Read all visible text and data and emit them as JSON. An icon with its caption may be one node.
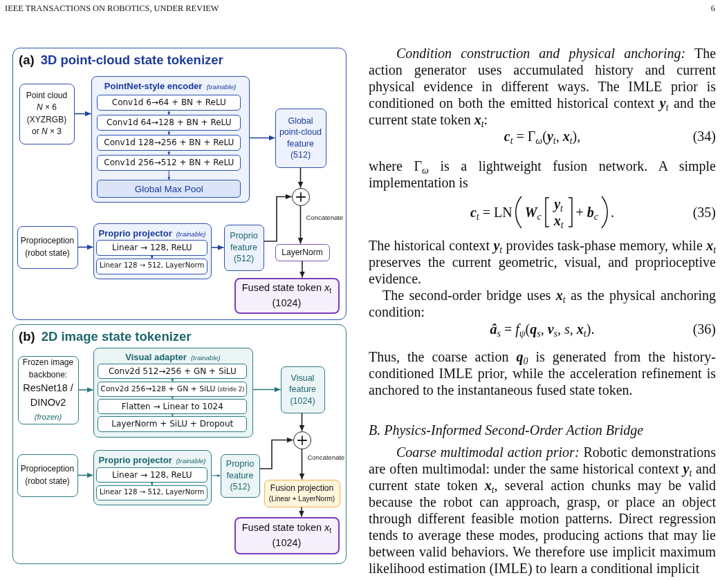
{
  "diagram": {
    "nodes": [
      {
        "text": [
          "(a)",
          "3D point-cloud state tokenizer"
        ]
      },
      {
        "text": [
          "Point cloud *N* × 6 (XYZRGB) or *N* × 3"
        ],
        "in": 0
      },
      {
        "text": [
          "PointNet-style encoder",
          "(trainable)"
        ],
        "in": 0
      },
      {
        "text": [
          "Conv1d 6→64 + BN + ReLU"
        ],
        "in": 2
      },
      {
        "text": [
          "Conv1d 64→128 + BN + ReLU"
        ],
        "in": 2
      },
      {
        "text": [
          "Conv1d 128→256 + BN + ReLU"
        ],
        "in": 2
      },
      {
        "text": [
          "Conv1d 256→512 + BN + ReLU"
        ],
        "in": 2
      },
      {
        "text": [
          "Global Max Pool"
        ],
        "in": 2
      },
      {
        "text": [
          "Global point-cloud feature (512)"
        ],
        "in": 0
      },
      {
        "text": [],
        "shape": "circle",
        "in": 0
      },
      {
        "text": [
          "Proprioception (robot state)"
        ],
        "in": 0
      },
      {
        "text": [
          "Proprio projector",
          "(trainable)"
        ],
        "in": 0
      },
      {
        "text": [
          "Linear → 128, ReLU"
        ],
        "in": 11
      },
      {
        "text": [
          "Linear 128 → 512, LayerNorm"
        ],
        "in": 11
      },
      {
        "text": [
          "Proprio feature (512)"
        ],
        "in": 0
      },
      {
        "text": [
          "LayerNorm"
        ],
        "in": 0
      },
      {
        "text": [
          "Fused state token *x*$_{t}$ (1024)"
        ],
        "in": 0
      },
      {
        "text": [
          "(b)",
          "2D image state tokenizer"
        ]
      },
      {
        "text": [
          "Frozen image backbone:",
          "ResNet18 / DINOv2",
          "(frozen)"
        ],
        "in": 17
      },
      {
        "text": [
          "Visual adapter",
          "(trainable)"
        ],
        "in": 17
      },
      {
        "text": [
          "Conv2d 512→256 + GN + SiLU"
        ],
        "in": 19
      },
      {
        "text": [
          "Conv2d 256→128 + GN + SiLU",
          "(stride 2)"
        ],
        "in": 19
      },
      {
        "text": [
          "Flatten → Linear to 1024"
        ],
        "in": 19
      },
      {
        "text": [
          "LayerNorm + SiLU + Dropout"
        ],
        "in": 19
      },
      {
        "text": [
          "Visual feature (1024)"
        ],
        "in": 17
      },
      {
        "text": [],
        "shape": "circle",
        "in": 17
      },
      {
        "text": [
          "Proprioception (robot state)"
        ],
        "in": 17
      },
      {
        "text": [
          "Proprio projector",
          "(trainable)"
        ],
        "in": 17
      },
      {
        "text": [
          "Linear → 128, ReLU"
        ],
        "in": 27
      },
      {
        "text": [
          "Linear 128 → 512, LayerNorm"
        ],
        "in": 27
      },
      {
        "text": [
          "Proprio feature (512)"
        ],
        "in": 17
      },
      {
        "text": [
          "Fusion projection",
          "(Linear + LayerNorm)"
        ],
        "in": 17
      },
      {
        "text": [
          "Fused state token *x*$_{t}$ (1024)"
        ],
        "in": 17
      }
    ],
    "edges": [
      {
        "from": 1,
        "to": 2,
        "arrow": "to"
      },
      {
        "from": 3,
        "to": 4,
        "arrow": "to"
      },
      {
        "from": 4,
        "to": 5,
        "arrow": "to"
      },
      {
        "from": 5,
        "to": 6,
        "arrow": "to"
      },
      {
        "from": 6,
        "to": 7,
        "arrow": "to"
      },
      {
        "from": 2,
        "to": 8,
        "arrow": "to"
      },
      {
        "from": 8,
        "to": 9,
        "arrow": "to",
        "color": "#222222"
      },
      {
        "from": 14,
        "to": 9,
        "arrow": "to",
        "color": "#222222"
      },
      {
        "from": 9,
        "to": 15,
        "arrow": "to",
        "label": "Concatenate",
        "color": "#222222"
      },
      {
        "from": 15,
        "to": 16,
        "arrow": "to",
        "color": "#222222"
      },
      {
        "from": 10,
        "to": 11,
        "arrow": "to"
      },
      {
        "from": 12,
        "to": 13,
        "arrow": "to"
      },
      {
        "from": 11,
        "to": 14,
        "arrow": "to"
      },
      {
        "from": 18,
        "to": 19,
        "arrow": "to",
        "color": "#2a7880"
      },
      {
        "from": 20,
        "to": 21,
        "arrow": "to",
        "color": "#2a7880"
      },
      {
        "from": 21,
        "to": 22,
        "arrow": "to",
        "color": "#2a7880"
      },
      {
        "from": 22,
        "to": 23,
        "arrow": "to",
        "color": "#2a7880"
      },
      {
        "from": 19,
        "to": 24,
        "arrow": "to",
        "color": "#2a7880"
      },
      {
        "from": 24,
        "to": 25,
        "arrow": "to",
        "color": "#222222"
      },
      {
        "from": 30,
        "to": 25,
        "arrow": "to",
        "color": "#222222"
      },
      {
        "from": 25,
        "to": 31,
        "arrow": "to",
        "label": "Concatenate",
        "color": "#222222"
      },
      {
        "from": 31,
        "to": 32,
        "arrow": "to",
        "color": "#222222"
      },
      {
        "from": 26,
        "to": 27,
        "arrow": "to",
        "color": "#2a7880"
      },
      {
        "from": 28,
        "to": 29,
        "arrow": "to",
        "color": "#2a7880"
      },
      {
        "from": 27,
        "to": 30,
        "arrow": "to",
        "color": "#2a7880"
      }
    ],
    "labels": [
      "IEEE TRANSACTIONS ON ROBOTICS, UNDER REVIEW",
      "6",
      "*Condition construction and physical anchoring:* The action generator uses accumulated history and current physical evidence in different ways. The IMLE prior is conditioned on both the emitted historical context **y**$_{t}$ and the current state token **x**$_{t}$:",
      "**c**$_{t}$ = Γ$_{ω}$(**y**$_{t}$, **x**$_{t}$),",
      "(34)",
      "where Γ$_{ω}$ is a lightweight fusion network. A simple implementation is",
      "**c**$_{t}$ = LN",
      "**W**$_{c}$",
      "**y**$_{t}$",
      "**x**$_{t}$",
      "+ **b**$_{c}$",
      ".",
      "(35)",
      "The historical context **y**$_{t}$ provides task-phase memory, while **x**$_{t}$ preserves the current geometric, visual, and proprioceptive evidence.",
      "The second-order bridge uses **x**$_{t}$ as the physical anchoring condition:",
      "**â**$_{s}$ = *f*$_{ψ}$(**q**$_{s}$, **v**$_{s}$, *s*, **x**$_{t}$).",
      "(36)",
      "Thus, the coarse action **q**$_{0}$ is generated from the history-conditioned IMLE prior, while the acceleration refinement is anchored to the instantaneous fused state token.",
      "B. Physics-Informed Second-Order Action Bridge",
      "*Coarse multimodal action prior:* Robotic demonstrations are often multimodal: under the same historical context **y**$_{t}$ and current state token **x**$_{t}$, several action chunks may be valid because the robot can approach, grasp, or place an object through different feasible motion patterns. Direct regression tends to average these modes, producing actions that may lie between valid behaviors. We therefore use implicit maximum likelihood estimation (IMLE) to learn a conditional implicit"
    ]
  }
}
